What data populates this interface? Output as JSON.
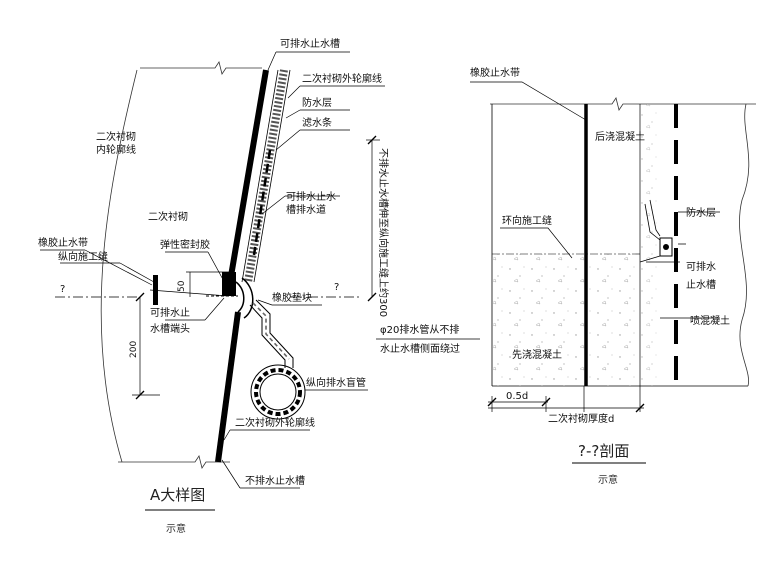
{
  "left_detail": {
    "labels": {
      "top_groove": "可排水止水槽",
      "outer_contour_top": "二次衬砌外轮廓线",
      "waterproof": "防水层",
      "filter_strip": "滤水条",
      "inner_contour": "二次衬砌\n内轮廓线",
      "lining": "二次衬砌",
      "groove_channel": "可排水止水\n槽排水道",
      "rubber_band": "橡胶止水带",
      "elastic_sealant": "弹性密封胶",
      "longitudinal_joint": "纵向施工缝",
      "drain_end": "可排水止\n水槽端头",
      "rubber_pad": "橡胶垫块",
      "blind_pipe": "纵向排水盲管",
      "outer_contour_bottom": "二次衬砌外轮廓线",
      "no_drain_groove": "不排水止水槽",
      "vertical_note": "不排水止水槽伸至纵向施工缝上约300",
      "pipe_note": "φ20排水管从不排\n水止水槽侧面绕过",
      "dim_50": "50",
      "dim_200": "200",
      "q_left": "?",
      "q_right": "?"
    },
    "title": "A大样图",
    "subtitle": "示意"
  },
  "right_section": {
    "labels": {
      "rubber_band": "橡胶止水带",
      "post_concrete": "后浇混凝土",
      "waterproof": "防水层",
      "ring_joint": "环向施工缝",
      "drain_groove": "可排水\n止水槽",
      "shotcrete": "喷混凝土",
      "pre_concrete": "先浇混凝土",
      "dim_05d": "0.5d",
      "lining_thickness": "二次衬砌厚度d"
    },
    "title": "?-?剖面",
    "subtitle": "示意"
  }
}
